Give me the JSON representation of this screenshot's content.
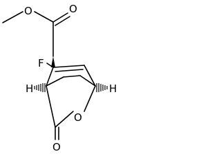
{
  "molecule": {
    "atoms": {
      "o_methoxy": "O",
      "o_carbonyl_ester": "O",
      "fluorine": "F",
      "h_left": "H",
      "h_right": "H",
      "o_ring": "O",
      "o_lactone_carbonyl": "O"
    }
  }
}
